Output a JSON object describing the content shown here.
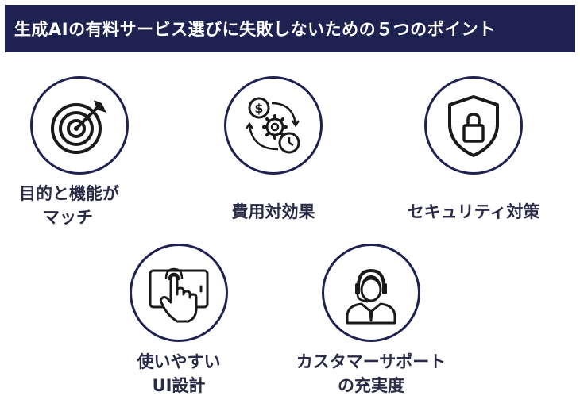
{
  "title": "生成AIの有料サービス選びに失敗しないための５つのポイント",
  "points": [
    {
      "icon": "target-arrow-icon",
      "lines": [
        "目的と機能が",
        "マッチ"
      ]
    },
    {
      "icon": "cost-cycle-icon",
      "lines": [
        "費用対効果"
      ]
    },
    {
      "icon": "shield-lock-icon",
      "lines": [
        "セキュリティ対策"
      ]
    },
    {
      "icon": "touch-screen-icon",
      "lines": [
        "使いやすい",
        "UI設計"
      ]
    },
    {
      "icon": "headset-support-icon",
      "lines": [
        "カスタマーサポート",
        "の充実度"
      ]
    }
  ]
}
